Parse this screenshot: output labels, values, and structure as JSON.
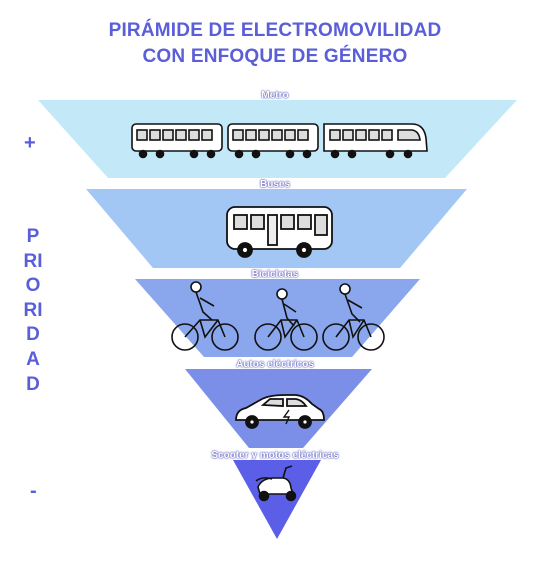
{
  "title_line1": "PIRÁMIDE DE ELECTROMOVILIDAD",
  "title_line2": "CON ENFOQUE DE GÉNERO",
  "axis": {
    "top": "+",
    "bottom": "-",
    "label": "PRIORIDAD"
  },
  "levels": [
    {
      "label": "Metro",
      "icon": "train-icon",
      "color": "#c3e9f9"
    },
    {
      "label": "Buses",
      "icon": "bus-icon",
      "color": "#a3c7f5"
    },
    {
      "label": "Bicicletas",
      "icon": "cyclist-icon",
      "color": "#8aa7ee"
    },
    {
      "label": "Autos eléctricos",
      "icon": "electric-car-icon",
      "color": "#7c8fe8"
    },
    {
      "label": "Scooter y motos eléctricas",
      "icon": "scooter-icon",
      "color": "#5b5fe8"
    }
  ]
}
